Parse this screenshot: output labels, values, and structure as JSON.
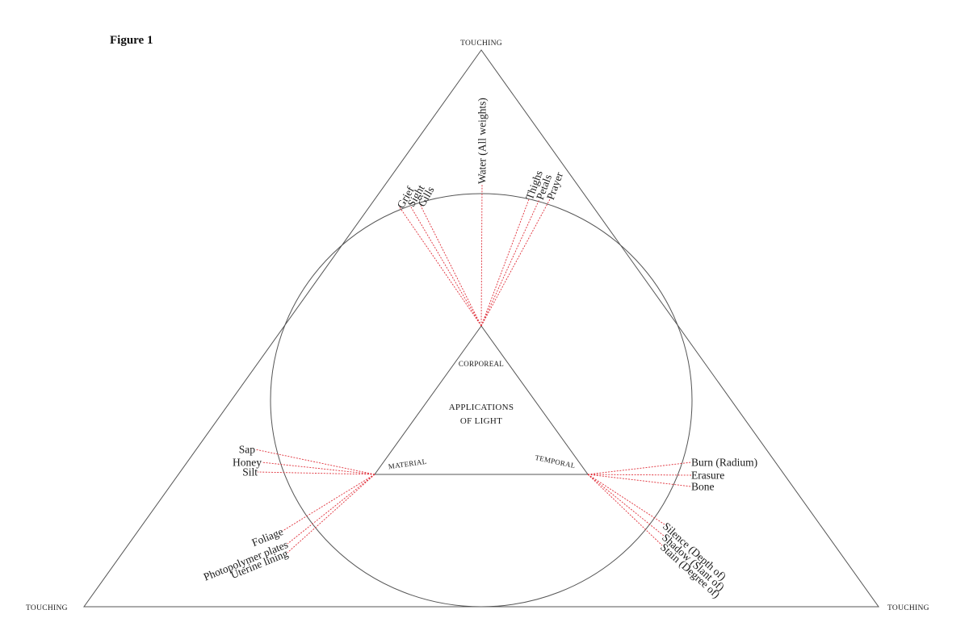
{
  "title": "Figure 1",
  "outer_vertices": {
    "top": "TOUCHING",
    "left": "TOUCHING",
    "right": "TOUCHING"
  },
  "center_label": [
    "APPLICATIONS",
    "OF LIGHT"
  ],
  "inner_vertices": {
    "top": "CORPOREAL",
    "left": "MATERIAL",
    "right": "TEMPORAL"
  },
  "groups": {
    "corporeal_left": [
      "Grief",
      "Sight",
      "Gills"
    ],
    "corporeal_center": [
      "Water (All weights)"
    ],
    "corporeal_right": [
      "Thighs",
      "Petals",
      "Prayer"
    ],
    "material_upper": [
      "Sap",
      "Honey",
      "Silt"
    ],
    "material_lower": [
      "Foliage",
      "Photopolymer plates",
      "Uterine lining"
    ],
    "temporal_upper": [
      "Burn (Radium)",
      "Erasure",
      "Bone"
    ],
    "temporal_lower": [
      "Silence (Depth of)",
      "Shadow (Slant of)",
      "Stain (Degree of)"
    ]
  },
  "colors": {
    "line": "#555555",
    "dashed": "#e0303a",
    "text": "#1a1a1a"
  }
}
